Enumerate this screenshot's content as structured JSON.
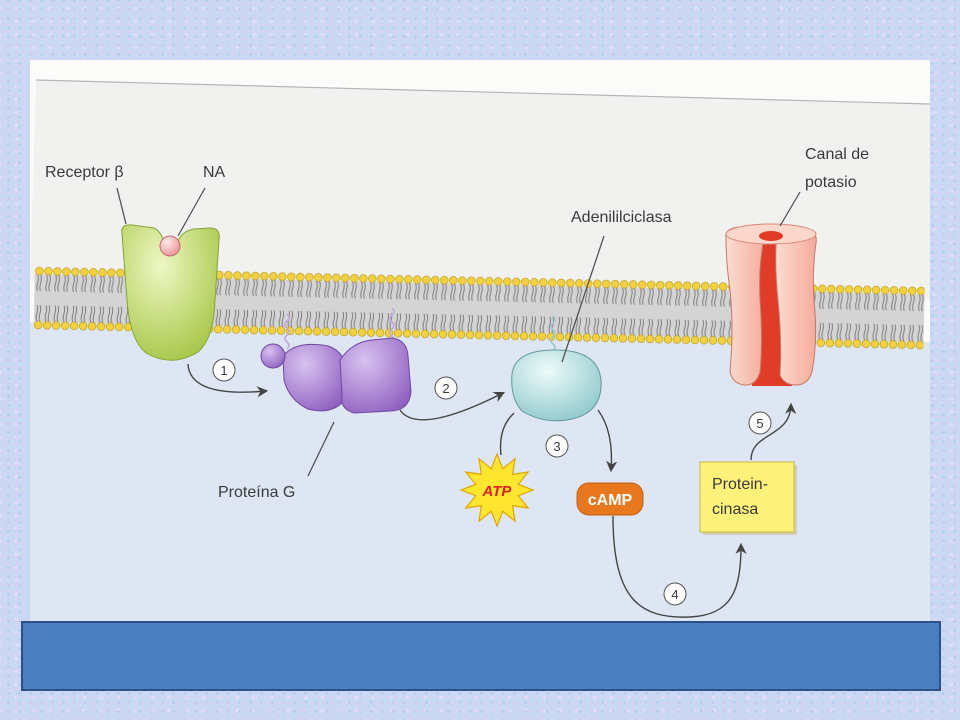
{
  "labels": {
    "receptor": "Receptor β",
    "ligand": "NA",
    "adenylyl_cyclase": "Adenililciclasa",
    "channel_line1": "Canal de",
    "channel_line2": "potasio",
    "g_protein": "Proteína G",
    "atp": "ATP",
    "camp": "cAMP",
    "kinase_line1": "Protein-",
    "kinase_line2": "cinasa"
  },
  "steps": [
    "1",
    "2",
    "3",
    "4",
    "5"
  ],
  "colors": {
    "receptor": "#a6c646",
    "ligand": "#ef9a9a",
    "g_protein": "#8f5fc0",
    "adenylyl_cyclase": "#8fc9cc",
    "channel": "#f4ab9a",
    "channel_pore": "#e03c28",
    "atp": "#ffe62e",
    "atp_text": "#e02020",
    "camp": "#e8781e",
    "kinase": "#fff27a",
    "caption_bar": "#4a7ec0"
  }
}
